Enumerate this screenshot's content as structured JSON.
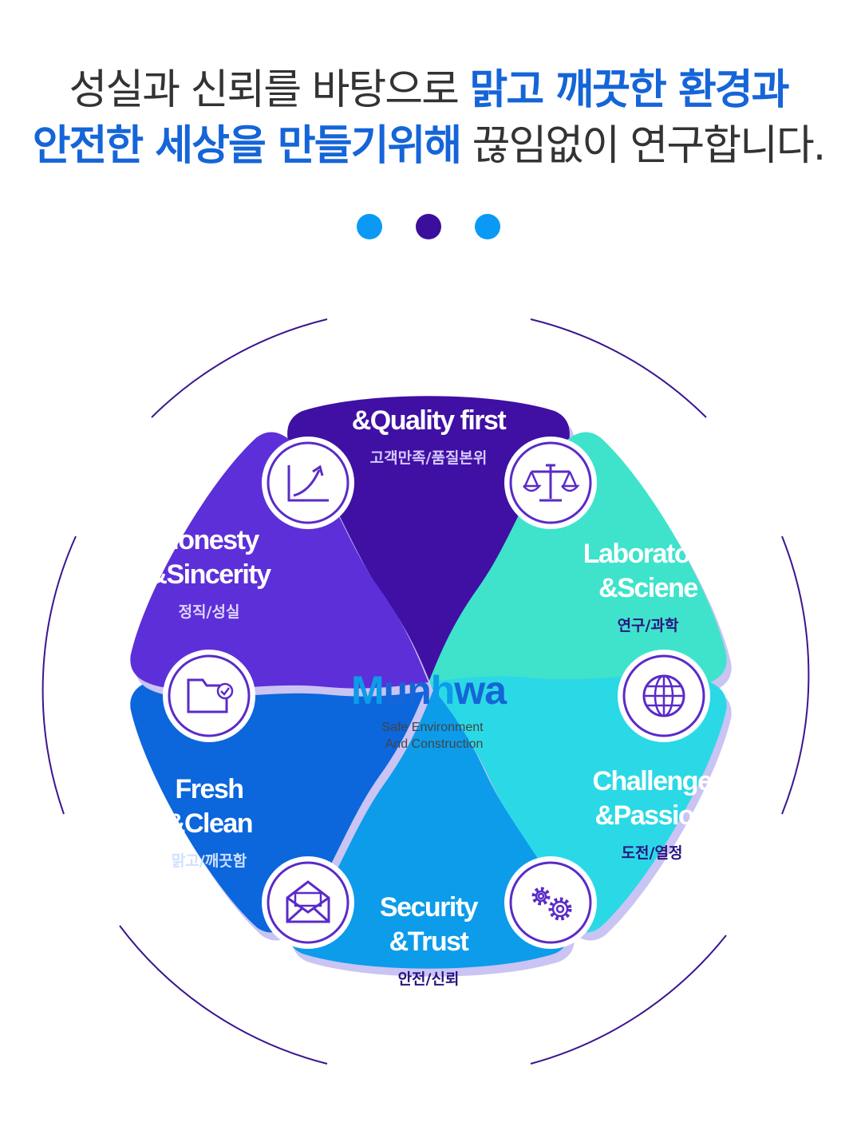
{
  "headline": {
    "line1_normal": "성실과 신뢰를 바탕으로 ",
    "line1_highlight": "맑고 깨끗한 환경과",
    "line2_highlight": "안전한 세상을 만들기위해",
    "line2_normal": " 끊임없이 연구합니다."
  },
  "dots": [
    {
      "color": "#0a9af5"
    },
    {
      "color": "#3b0f9c"
    },
    {
      "color": "#0a9af5"
    }
  ],
  "center": {
    "brand_m": "M",
    "brand_un": "un",
    "brand_h": "h",
    "brand_wa": "wa",
    "tagline1": "Safe Environment",
    "tagline2": "And Construction"
  },
  "petals": [
    {
      "title1": "Satistaction",
      "title2": "&Quality first",
      "sub": "고객만족/품질본위",
      "color": "#3f10a3",
      "sub_color": "#d6c8ff"
    },
    {
      "title1": "Laboratory",
      "title2": "&Sciene",
      "sub": "연구/과학",
      "color": "#3fe3cb",
      "sub_color": "#2a1580"
    },
    {
      "title1": "Challenge",
      "title2": "&Passion",
      "sub": "도전/열정",
      "color": "#2bd9e6",
      "sub_color": "#2a1580"
    },
    {
      "title1": "Security",
      "title2": "&Trust",
      "sub": "안전/신뢰",
      "color": "#0c9cea",
      "sub_color": "#2a1580"
    },
    {
      "title1": "Fresh",
      "title2": "&Clean",
      "sub": "맑고/깨끗함",
      "color": "#0c66dc",
      "sub_color": "#cfe1ff"
    },
    {
      "title1": "Honesty",
      "title2": "&Sincerity",
      "sub": "정직/성실",
      "color": "#5d2fd8",
      "sub_color": "#e0d4ff"
    }
  ],
  "icons": [
    "growth-chart-icon",
    "scale-icon",
    "globe-icon",
    "gears-icon",
    "envelope-icon",
    "folder-check-icon"
  ]
}
